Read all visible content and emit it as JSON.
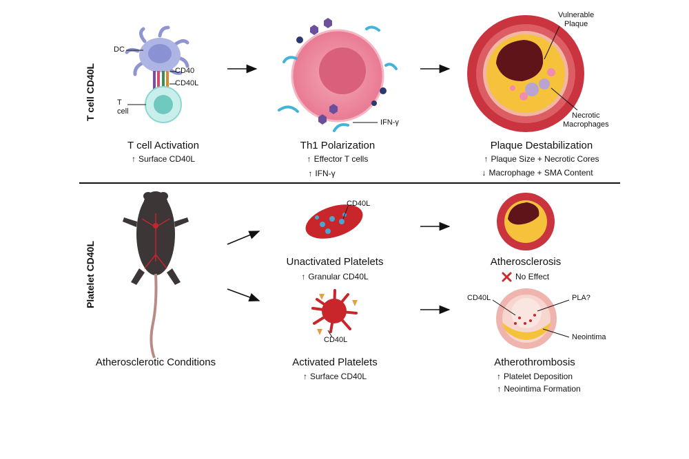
{
  "row_labels": {
    "top": "T cell CD40L",
    "bottom": "Platelet CD40L"
  },
  "top_row": {
    "panel1": {
      "title": "T cell Activation",
      "lines": [
        {
          "arrow": "↑",
          "text": "Surface CD40L"
        }
      ],
      "labels": {
        "dc": "DC",
        "cd40": "CD40",
        "cd40l": "CD40L",
        "tcell": "T\ncell"
      }
    },
    "panel2": {
      "title": "Th1 Polarization",
      "lines": [
        {
          "arrow": "↑",
          "text": "Effector T cells"
        },
        {
          "arrow": "↑",
          "text": "IFN-γ"
        }
      ],
      "labels": {
        "ifn": "IFN-γ"
      }
    },
    "panel3": {
      "title": "Plaque Destabilization",
      "lines": [
        {
          "arrow": "↑",
          "text": "Plaque Size + Necrotic Cores"
        },
        {
          "arrow": "↓",
          "text": "Macrophage + SMA Content"
        }
      ],
      "labels": {
        "vulnerable": "Vulnerable\nPlaque",
        "necrotic": "Necrotic\nMacrophages"
      }
    }
  },
  "bottom_row": {
    "mouse": {
      "title": "Atherosclerotic Conditions"
    },
    "unactivated": {
      "title": "Unactivated Platelets",
      "lines": [
        {
          "arrow": "↑",
          "text": "Granular CD40L"
        }
      ],
      "label": "CD40L"
    },
    "activated": {
      "title": "Activated Platelets",
      "lines": [
        {
          "arrow": "↑",
          "text": "Surface CD40L"
        }
      ],
      "label": "CD40L"
    },
    "athero": {
      "title": "Atherosclerosis",
      "effect": "No Effect"
    },
    "thrombo": {
      "title": "Atherothrombosis",
      "lines": [
        {
          "arrow": "↑",
          "text": "Platelet Deposition"
        },
        {
          "arrow": "↑",
          "text": "Neointima Formation"
        }
      ],
      "labels": {
        "cd40l": "CD40L",
        "pla": "PLA?",
        "neointima": "Neointima"
      }
    }
  },
  "colors": {
    "dc": "#aeb4e3",
    "tcell": "#a8e3df",
    "th1": "#ee8a9f",
    "vessel": "#c9343f",
    "plaque": "#f7c23a",
    "platelet": "#c8262a",
    "mouse": "#3d3637",
    "ifn": "#43b3d9"
  }
}
